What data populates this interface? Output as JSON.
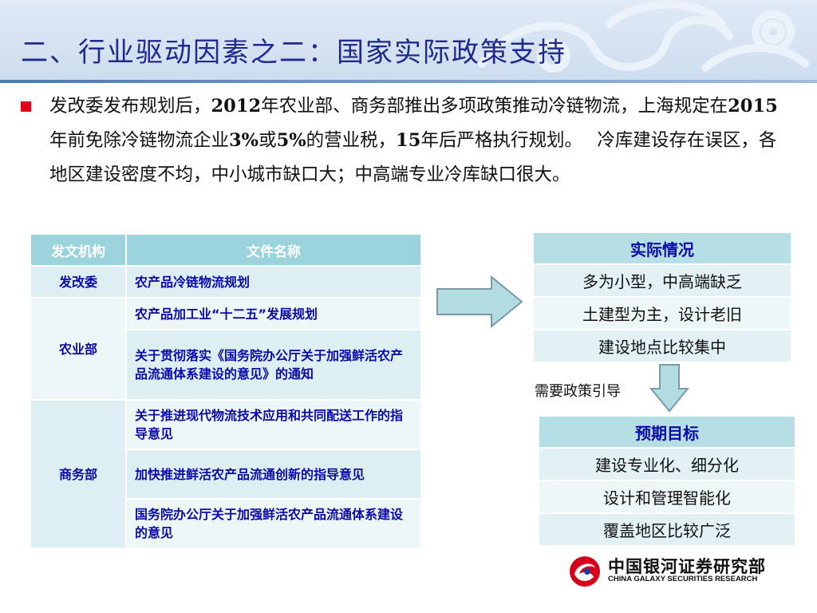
{
  "header": {
    "title": "二、行业驱动因素之二：国家实际政策支持"
  },
  "bullet": {
    "runs": [
      {
        "text": "发改委发布规划后，",
        "bold": false
      },
      {
        "text": "2012",
        "bold": true
      },
      {
        "text": "年农业部、商务部推出多项政策推动冷链物流，上海规定在",
        "bold": false
      },
      {
        "text": "2015",
        "bold": true
      },
      {
        "text": "年前免除冷链物流企业",
        "bold": false
      },
      {
        "text": "3%",
        "bold": true
      },
      {
        "text": "或",
        "bold": false
      },
      {
        "text": "5%",
        "bold": true
      },
      {
        "text": "的营业税，",
        "bold": false
      },
      {
        "text": "15",
        "bold": true
      },
      {
        "text": "年后严格执行规划。　 冷库建设存在误区，各地区建设密度不均，中小城市缺口大；中高端专业冷库缺口很大。",
        "bold": false
      }
    ]
  },
  "policy_table": {
    "headers": [
      "发文机构",
      "文件名称"
    ],
    "groups": [
      {
        "org": "发改委",
        "docs": [
          "农产品冷链物流规划"
        ]
      },
      {
        "org": "农业部",
        "docs": [
          "农产品加工业“十二五”发展规划",
          "关于贯彻落实《国务院办公厅关于加强鲜活农产品流通体系建设的意见》的通知"
        ]
      },
      {
        "org": "商务部",
        "docs": [
          "关于推进现代物流技术应用和共同配送工作的指导意见",
          "加快推进鲜活农产品流通创新的指导意见",
          "国务院办公厅关于加强鲜活农产品流通体系建设的意见"
        ]
      }
    ]
  },
  "actual_box": {
    "heading": "实际情况",
    "items": [
      "多为小型，中高端缺乏",
      "土建型为主，设计老旧",
      "建设地点比较集中"
    ]
  },
  "guide_label": "需要政策引导",
  "expected_box": {
    "heading": "预期目标",
    "items": [
      "建设专业化、细分化",
      "设计和管理智能化",
      "覆盖地区比较广泛"
    ]
  },
  "logo": {
    "name_cn": "中国银河证券研究部",
    "name_en": "CHINA GALAXY SECURITIES RESEARCH"
  },
  "colors": {
    "title": "#1f2a8c",
    "bullet_marker": "#e2001a",
    "table_header": "#9bd3dc",
    "table_text": "#0a0aa8",
    "box_header": "#b6dfe5",
    "arrow_fill": "#b3dce2",
    "logo_red": "#d7001a"
  }
}
